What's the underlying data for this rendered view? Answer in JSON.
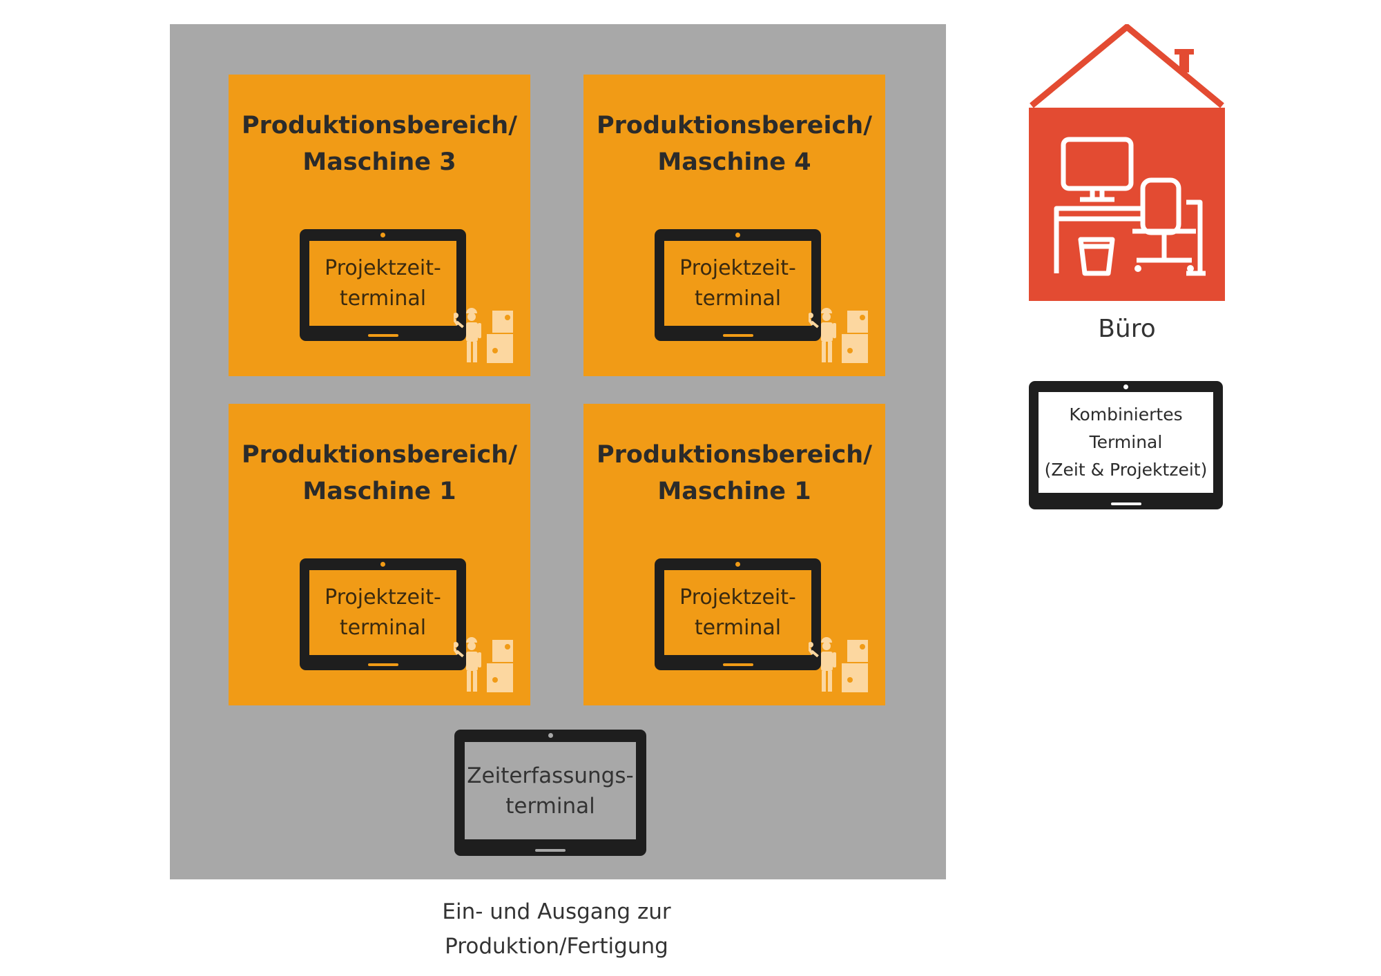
{
  "areas": [
    {
      "title_line1": "Produktionsbereich/",
      "title_line2": "Maschine 3",
      "terminal_line1": "Projektzeit-",
      "terminal_line2": "terminal"
    },
    {
      "title_line1": "Produktionsbereich/",
      "title_line2": "Maschine 4",
      "terminal_line1": "Projektzeit-",
      "terminal_line2": "terminal"
    },
    {
      "title_line1": "Produktionsbereich/",
      "title_line2": "Maschine 1",
      "terminal_line1": "Projektzeit-",
      "terminal_line2": "terminal"
    },
    {
      "title_line1": "Produktionsbereich/",
      "title_line2": "Maschine 1",
      "terminal_line1": "Projektzeit-",
      "terminal_line2": "terminal"
    }
  ],
  "exit_terminal": {
    "line1": "Zeiterfassungs-",
    "line2": "terminal"
  },
  "exit_caption": {
    "line1": "Ein- und Ausgang zur",
    "line2": "Produktion/Fertigung"
  },
  "office": {
    "label": "Büro",
    "terminal_line1": "Kombiniertes",
    "terminal_line2": "Terminal",
    "terminal_line3": "(Zeit & Projektzeit)"
  },
  "colors": {
    "factory_floor": "#a8a8a8",
    "production_area": "#f19b16",
    "office": "#e34b32",
    "tablet_frame": "#1e1e1e",
    "worker_icon": "#fcd7a0"
  },
  "icons": [
    "worker-with-wrench-icon",
    "crate-icon",
    "house-icon",
    "desk-with-monitor-icon",
    "office-chair-icon",
    "trash-bin-icon"
  ]
}
